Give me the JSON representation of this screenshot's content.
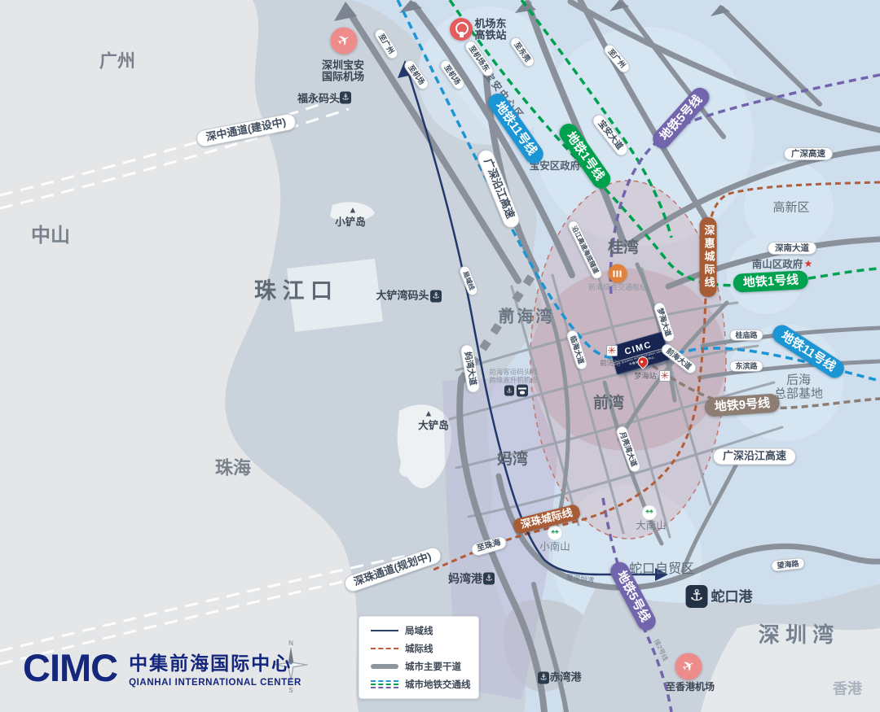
{
  "regions": {
    "guangzhou": "广州",
    "zhongshan": "中山",
    "zhujiang_estuary": "珠 江 口",
    "zhuhai": "珠海",
    "shenzhen_bay": "深 圳 湾",
    "hongkong": "香港",
    "qianhai_bay": "前海湾",
    "guiwan": "桂湾",
    "qianwan": "前湾",
    "mawan": "妈湾",
    "gaoxin": "高新区",
    "houhai_1": "后海",
    "houhai_2": "总部基地",
    "shekou_ftz": "蛇口自贸区",
    "xiaochan_island": "小铲岛",
    "dachan_island": "大铲岛",
    "xiaonanshan": "小南山",
    "dananshan": "大南山",
    "baoan_center": "宝安中心区"
  },
  "transit": {
    "m11": "地铁11号线",
    "m1": "地铁1号线",
    "m5": "地铁5号线",
    "m9": "地铁9号线",
    "shenhui": "深惠城际线",
    "shenzhu": "深珠城际线",
    "local_pill": "局域线",
    "link_line2": "接2号线"
  },
  "roads": {
    "szt": "深中通道(建设中)",
    "szh": "深珠通道(规划中)",
    "yanjiang": "广深沿江高速",
    "guangshen": "广深高速",
    "shennan": "深南大道",
    "baoan": "宝安大道",
    "wanghai": "望海路",
    "guimiao": "桂庙路",
    "dongbin": "东滨路",
    "mawan_ave": "妈湾大道",
    "moonbay": "月亮湾大道",
    "linhai": "临海大道",
    "menghai": "梦海大道",
    "qianhai": "前海大道",
    "tunnel": "沿江高速海底隧道"
  },
  "directions": {
    "to_guangzhou": "至广州",
    "to_airport": "至机场",
    "to_airport_east": "至机场东",
    "to_dongguan": "至东莞",
    "to_zhuhai": "至珠海",
    "to_shenzhen_bay": "至深圳湾",
    "to_hk_airport": "至香港机场"
  },
  "pois": {
    "airport_1": "深圳宝安",
    "airport_2": "国际机场",
    "hsr_1": "机场东",
    "hsr_2": "高铁站",
    "fuyong": "福永码头",
    "dachanwan": "大铲湾码头",
    "baoan_gov": "宝安区政府",
    "nanshan_gov": "南山区政府",
    "hub": "前海综合交通枢纽",
    "ferry_1": "前海客运码头和",
    "ferry_2": "跨境直升机机点",
    "mawan_port": "妈湾港",
    "chiwan_port": "赤湾港",
    "shekou_port": "蛇口港"
  },
  "stations": {
    "qianwan": "前湾站",
    "menghai": "梦海站"
  },
  "building": {
    "logo": "CIMC",
    "sub_en": "CIMC QIANHAI INTERNATIONAL CENTER",
    "sub_cn": "中集前海国际中心"
  },
  "legend": {
    "local": "局域线",
    "intercity": "城际线",
    "trunk": "城市主要干道",
    "metro": "城市地铁交通线"
  },
  "branding": {
    "logo": "CIMC",
    "cn": "中集前海国际中心",
    "en": "QIANHAI INTERNATIONAL CENTER"
  },
  "compass": {
    "n": "N",
    "s": "S"
  },
  "icons": {
    "anchor": "⚓",
    "star": "★",
    "plane": "✈",
    "peak": "▲",
    "trees": "♣♣",
    "spark": "✳"
  },
  "colors": {
    "metro11": "#1b95d4",
    "metro1": "#00a14e",
    "metro5": "#7265ae",
    "metro9": "#8d7d73",
    "intercity": "#a85c35",
    "local_line": "#22386a",
    "trunk_road": "#8a919b",
    "brand_navy": "#14277d"
  }
}
